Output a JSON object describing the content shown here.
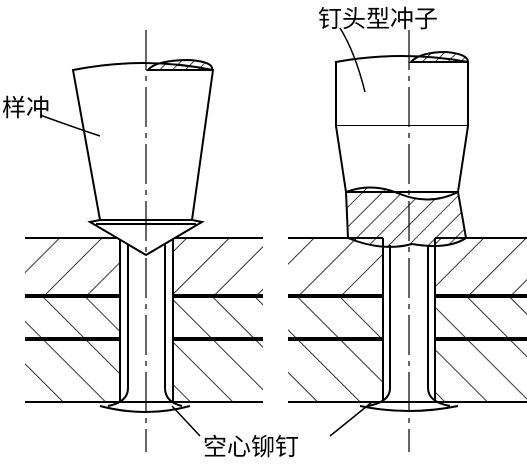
{
  "labels": {
    "sample_punch": "样冲",
    "nail_head_punch": "钉头型冲子",
    "hollow_rivet": "空心铆钉"
  },
  "colors": {
    "line": "#000000",
    "background": "#ffffff"
  }
}
